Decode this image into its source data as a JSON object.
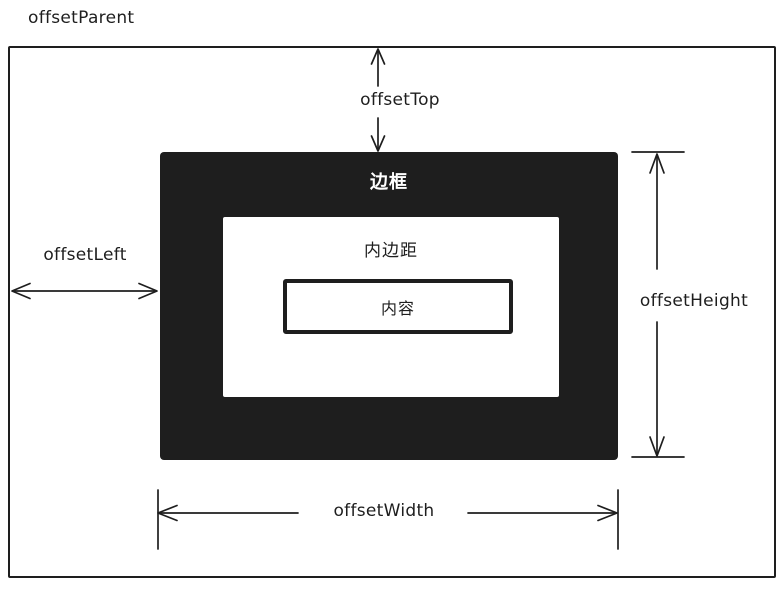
{
  "diagram": {
    "parent_label": "offsetParent",
    "border_label": "边框",
    "padding_label": "内边距",
    "content_label": "内容",
    "measurements": {
      "top": "offsetTop",
      "left": "offsetLeft",
      "height": "offsetHeight",
      "width": "offsetWidth"
    },
    "colors": {
      "ink": "#1e1e1e",
      "background": "#ffffff"
    }
  }
}
